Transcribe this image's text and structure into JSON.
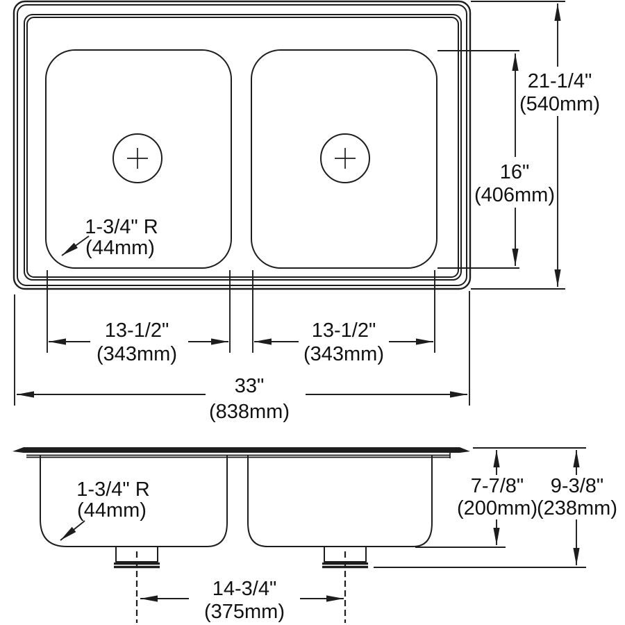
{
  "diagram": {
    "background": "#ffffff",
    "line_color": "#1d1d1d",
    "plan_view": {
      "corner_radius_imperial": "1-3/4\" R",
      "corner_radius_metric": "(44mm)",
      "overall_length_imperial": "33\"",
      "overall_length_metric": "(838mm)",
      "overall_width_imperial": "21-1/4\"",
      "overall_width_metric": "(540mm)",
      "bowl_interior_imperial": "16\"",
      "bowl_interior_metric": "(406mm)",
      "left_bowl_imperial": "13-1/2\"",
      "left_bowl_metric": "(343mm)",
      "right_bowl_imperial": "13-1/2\"",
      "right_bowl_metric": "(343mm)"
    },
    "section_view": {
      "corner_radius_imperial": "1-3/4\" R",
      "corner_radius_metric": "(44mm)",
      "bowl_depth_imperial": "7-7/8\"",
      "bowl_depth_metric": "(200mm)",
      "overall_depth_imperial": "9-3/8\"",
      "overall_depth_metric": "(238mm)",
      "drain_spacing_imperial": "14-3/4\"",
      "drain_spacing_metric": "(375mm)"
    }
  }
}
